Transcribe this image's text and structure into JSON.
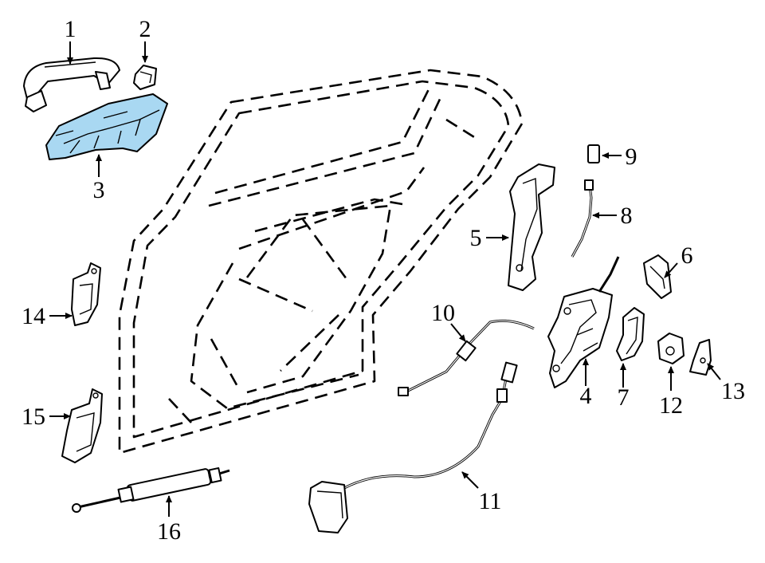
{
  "colors": {
    "highlight": "#a9d8f2",
    "line": "#000000",
    "background": "#ffffff"
  },
  "callouts": {
    "c1": "1",
    "c2": "2",
    "c3": "3",
    "c4": "4",
    "c5": "5",
    "c6": "6",
    "c7": "7",
    "c8": "8",
    "c9": "9",
    "c10": "10",
    "c11": "11",
    "c12": "12",
    "c13": "13",
    "c14": "14",
    "c15": "15",
    "c16": "16"
  },
  "highlighted_part": "3"
}
